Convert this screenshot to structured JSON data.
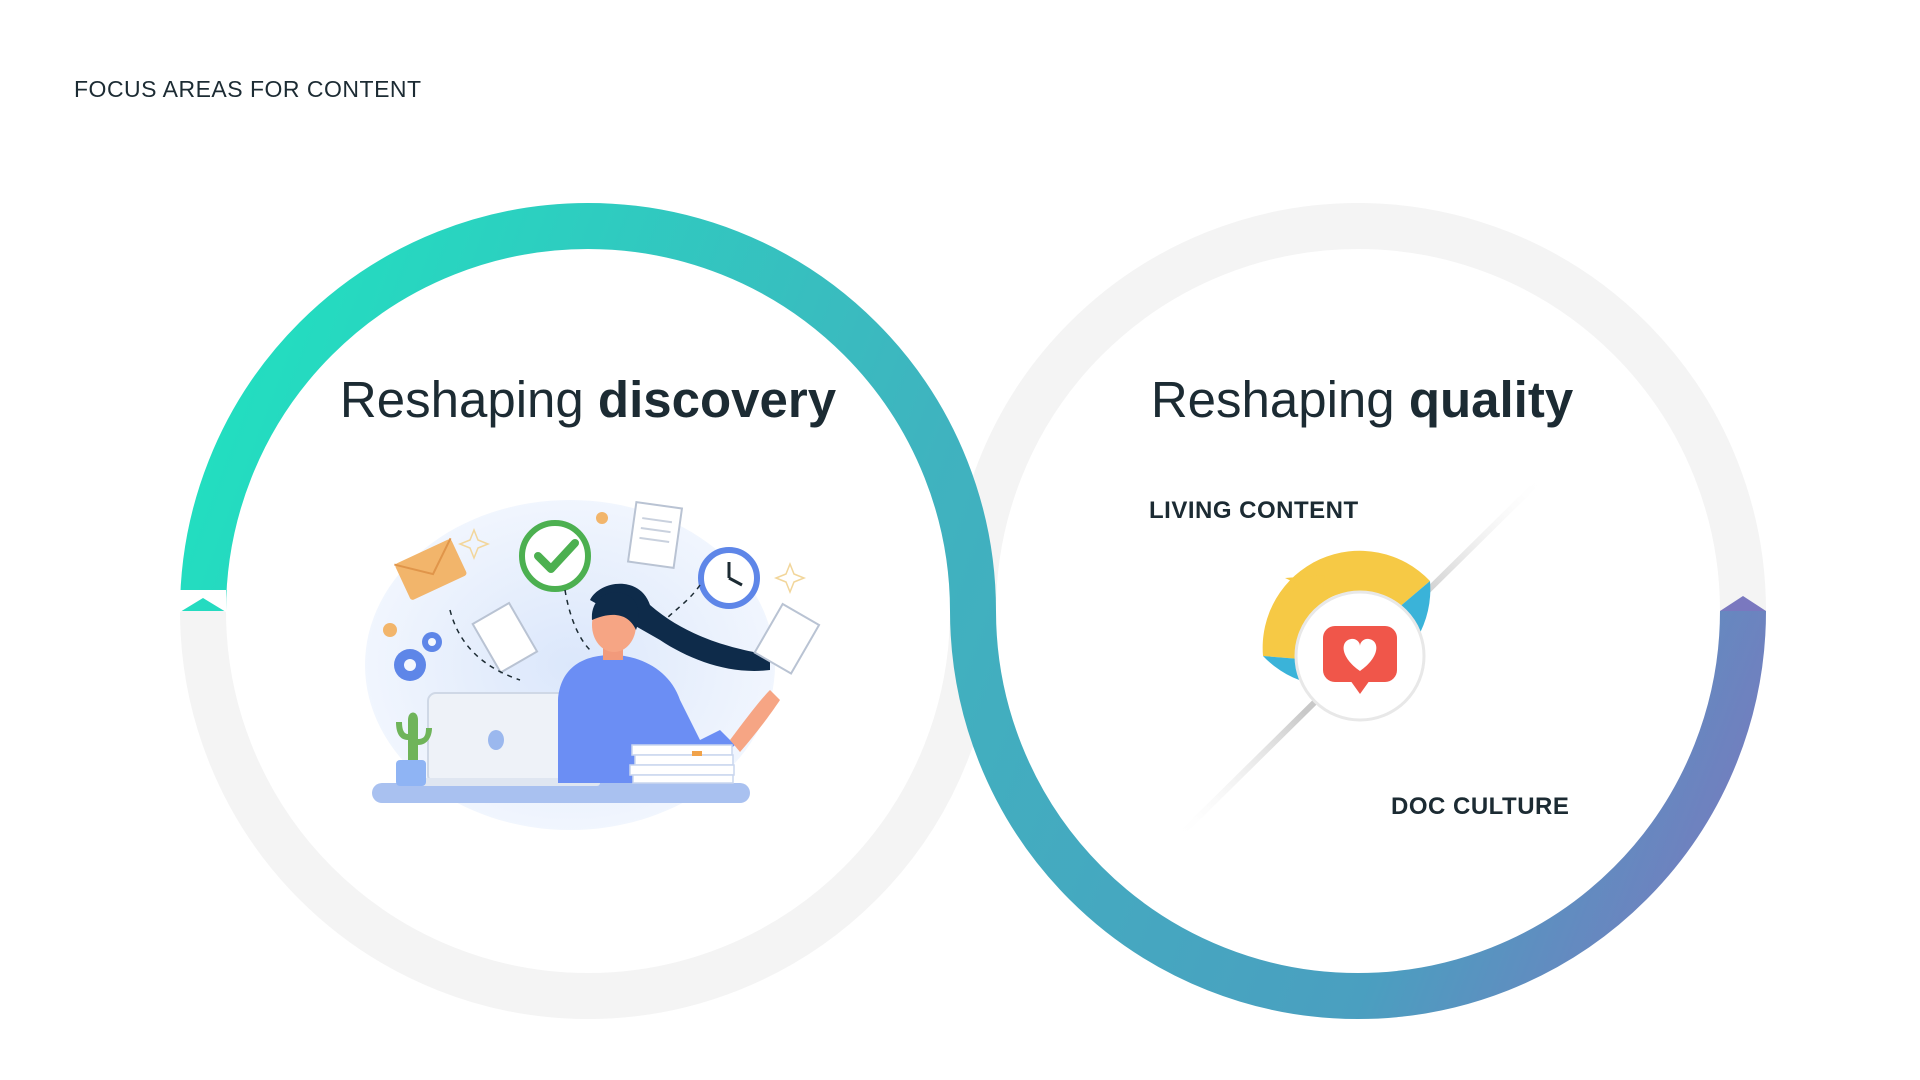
{
  "header": {
    "eyebrow": "FOCUS AREAS FOR CONTENT"
  },
  "left_panel": {
    "title_regular": "Reshaping ",
    "title_bold": "discovery",
    "illustration_icon": "woman-at-laptop-multitasking-illustration"
  },
  "right_panel": {
    "title_regular": "Reshaping ",
    "title_bold": "quality",
    "label_top": "LIVING CONTENT",
    "label_bottom": "DOC CULTURE",
    "emblem_icon": "heart-speech-bubble-icon"
  },
  "colors": {
    "teal_start": "#1fe3c0",
    "teal_mid": "#3fb3bf",
    "purple_end": "#7a78bf",
    "ring_grey": "#f4f4f4",
    "text": "#1c2b33",
    "yellow": "#f6c945",
    "blue": "#3ab3d9",
    "heart_red": "#f0564a"
  }
}
